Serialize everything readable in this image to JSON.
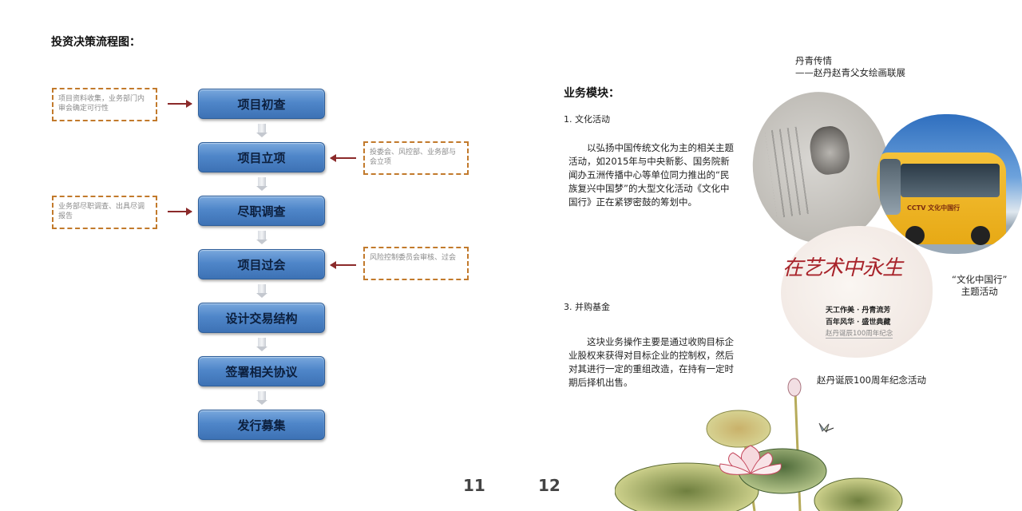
{
  "left_page": {
    "title": "投资决策流程图：",
    "steps": [
      {
        "label": "项目初查"
      },
      {
        "label": "项目立项"
      },
      {
        "label": "尽职调查"
      },
      {
        "label": "项目过会"
      },
      {
        "label": "设计交易结构"
      },
      {
        "label": "签署相关协议"
      },
      {
        "label": "发行募集"
      }
    ],
    "notes": [
      {
        "text": "项目资料收集，业务部门内审会确定可行性",
        "side": "left",
        "step": "项目初查"
      },
      {
        "text": "投委会、风控部、业务部与会立项",
        "side": "right",
        "step": "项目立项"
      },
      {
        "text": "业务部尽职调查、出具尽调报告",
        "side": "left",
        "step": "尽职调查"
      },
      {
        "text": "风险控制委员会审核、过会",
        "side": "right",
        "step": "项目过会"
      }
    ],
    "page_number": "11"
  },
  "right_page": {
    "section_title": "业务模块：",
    "items": [
      {
        "heading": "1. 文化活动",
        "body": "以弘扬中国传统文化为主的相关主题活动，如2015年与中央新影、国务院新闻办五洲传播中心等单位同力推出的“民族复兴中国梦”的大型文化活动《文化中国行》正在紧锣密鼓的筹划中。"
      },
      {
        "heading": "3. 并购基金",
        "body": "这块业务操作主要是通过收购目标企业股权来获得对目标企业的控制权，然后对其进行一定的重组改造，在持有一定时期后择机出售。"
      }
    ],
    "captions": {
      "exhibition_line1": "丹青传情",
      "exhibition_line2": "——赵丹赵青父女绘画联展",
      "tour_line1": "“文化中国行”",
      "tour_line2": "主题活动",
      "anniversary": "赵丹诞辰100周年纪念活动"
    },
    "poster": {
      "calligraphy": "在艺术中永生",
      "line1": "天工作美 · 丹青流芳",
      "line2": "百年风华 · 盛世典藏",
      "line3": "赵丹诞辰100周年纪念"
    },
    "bus_text": "CCTV 文化中国行",
    "page_number": "12"
  },
  "colors": {
    "step_blue": "#4f86c9",
    "note_border": "#c27a2c",
    "arrow_red": "#8b2a2a",
    "calligraphy_red": "#a8232a"
  }
}
